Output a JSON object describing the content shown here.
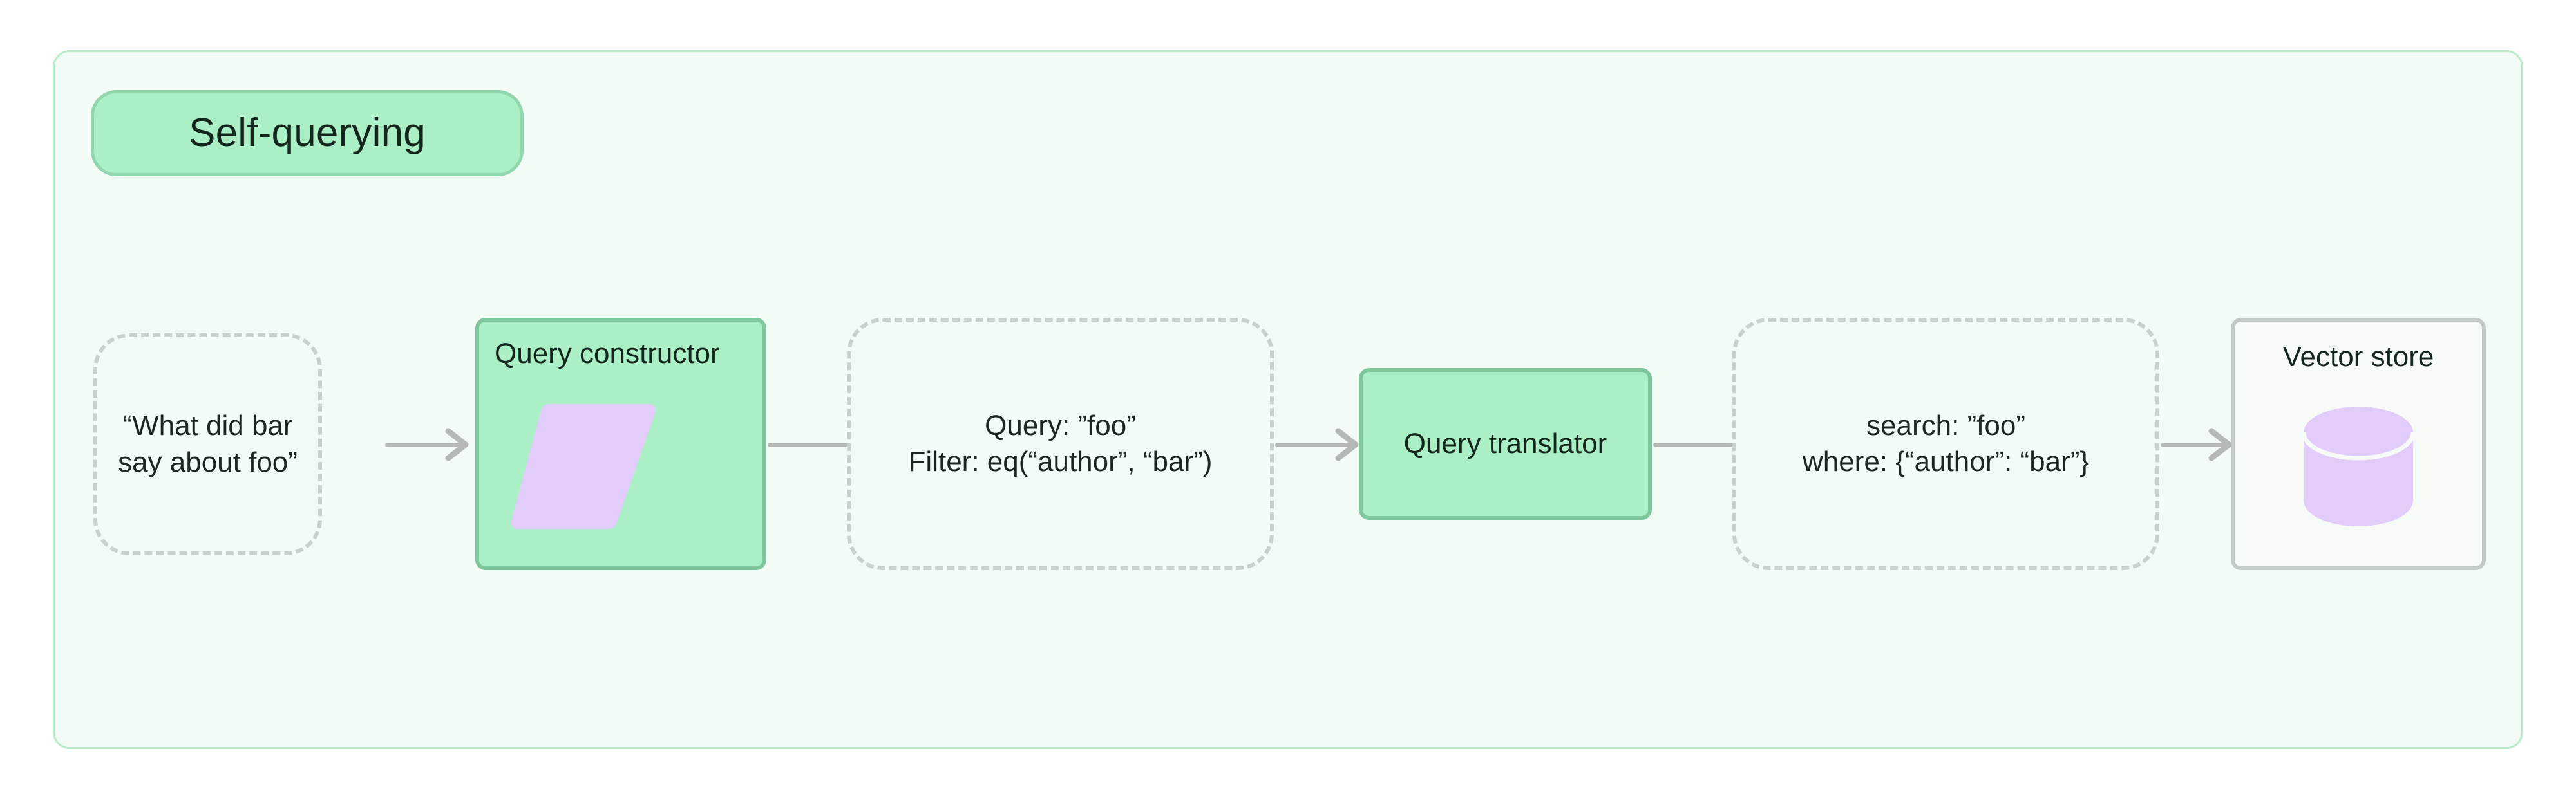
{
  "diagram": {
    "title": "Self-querying",
    "colors": {
      "panel_bg": "#f3fbf5",
      "panel_border": "#b9ecc9",
      "node_green_fill": "#abefc6",
      "node_green_border": "#7fc79c",
      "dashed_border": "#c8d2cc",
      "store_fill": "#f6fbf7",
      "store_border": "#c2cbc5",
      "icon_purple": "#e2ccfa",
      "connector": "#b4b9b6",
      "text": "#14261b"
    },
    "nodes": [
      {
        "id": "user-question",
        "kind": "dashed-data",
        "lines": [
          "“What did bar",
          "say about foo”"
        ]
      },
      {
        "id": "query-constructor",
        "kind": "green-process",
        "label": "Query constructor",
        "icon": "parallelogram-icon"
      },
      {
        "id": "structured-query",
        "kind": "dashed-data",
        "lines": [
          "Query: ”foo”",
          "Filter: eq(“author”, “bar”)"
        ]
      },
      {
        "id": "query-translator",
        "kind": "green-process",
        "label": "Query translator"
      },
      {
        "id": "translated-query",
        "kind": "dashed-data",
        "lines": [
          "search: ”foo”",
          "where: {“author”: “bar”}"
        ]
      },
      {
        "id": "vector-store",
        "kind": "store",
        "label": "Vector store",
        "icon": "database-cylinder-icon"
      }
    ],
    "connectors": [
      {
        "from": "user-question",
        "to": "query-constructor",
        "arrow": true
      },
      {
        "from": "query-constructor",
        "to": "structured-query",
        "arrow": false
      },
      {
        "from": "structured-query",
        "to": "query-translator",
        "arrow": true
      },
      {
        "from": "query-translator",
        "to": "translated-query",
        "arrow": false
      },
      {
        "from": "translated-query",
        "to": "vector-store",
        "arrow": true
      }
    ]
  }
}
